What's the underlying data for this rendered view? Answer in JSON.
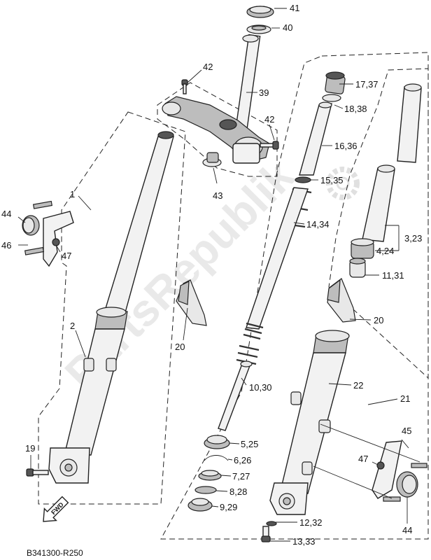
{
  "labels": {
    "l41": "41",
    "l40": "40",
    "l42a": "42",
    "l39": "39",
    "l42b": "42",
    "l43": "43",
    "l1": "1",
    "l44a": "44",
    "l46": "46",
    "l47a": "47",
    "l2": "2",
    "l20a": "20",
    "l19": "19",
    "l17": "17,37",
    "l18": "18,38",
    "l16": "16,36",
    "l15": "15,35",
    "l14": "14,34",
    "l3": "3,23",
    "l4": "4,24",
    "l11": "11,31",
    "l20b": "20",
    "l10": "10,30",
    "l22": "22",
    "l21": "21",
    "l5": "5,25",
    "l6": "6,26",
    "l7": "7,27",
    "l8": "8,28",
    "l9": "9,29",
    "l45": "45",
    "l47b": "47",
    "l44b": "44",
    "l12": "12,32",
    "l13": "13,33"
  },
  "fwd_text": "FWD",
  "diagram_code": "B341300-R250",
  "watermark": "PartsRepublik"
}
